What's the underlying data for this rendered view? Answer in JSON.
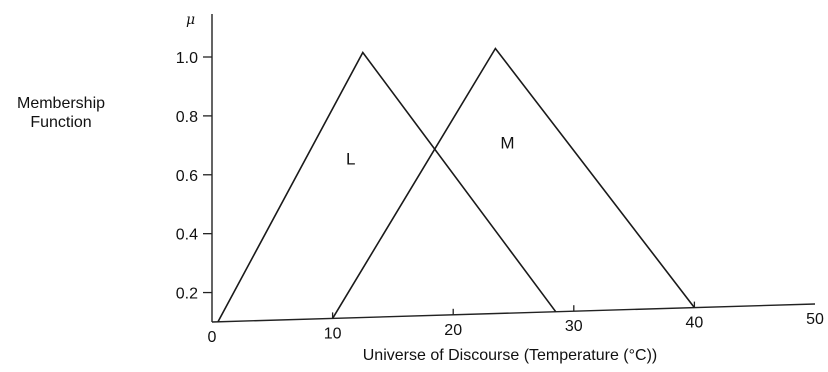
{
  "chart_data": {
    "type": "line",
    "y_symbol": "μ",
    "ylabel": [
      "Membership",
      "Function"
    ],
    "xlabel": "Universe of Discourse (Temperature (°C))",
    "xlim": [
      0,
      50
    ],
    "ylim": [
      0.1,
      1.0
    ],
    "x_ticks": [
      {
        "value": 0,
        "label": "0"
      },
      {
        "value": 10,
        "label": "10"
      },
      {
        "value": 20,
        "label": "20"
      },
      {
        "value": 30,
        "label": "30"
      },
      {
        "value": 40,
        "label": "40"
      },
      {
        "value": 50,
        "label": "50"
      }
    ],
    "y_ticks": [
      {
        "value": 0.2,
        "label": "0.2"
      },
      {
        "value": 0.4,
        "label": "0.4"
      },
      {
        "value": 0.6,
        "label": "0.6"
      },
      {
        "value": 0.8,
        "label": "0.8"
      },
      {
        "value": 1.0,
        "label": "1.0"
      }
    ],
    "series": [
      {
        "name": "L",
        "points": [
          {
            "x": 0.5,
            "y": 0.1
          },
          {
            "x": 12.5,
            "y": 1.0
          },
          {
            "x": 28.5,
            "y": 0.1
          }
        ],
        "label_at": {
          "x": 11.5,
          "y": 0.62
        }
      },
      {
        "name": "M",
        "points": [
          {
            "x": 10,
            "y": 0.1
          },
          {
            "x": 23.5,
            "y": 1.0
          },
          {
            "x": 40,
            "y": 0.1
          }
        ],
        "label_at": {
          "x": 24.5,
          "y": 0.66
        }
      }
    ]
  }
}
